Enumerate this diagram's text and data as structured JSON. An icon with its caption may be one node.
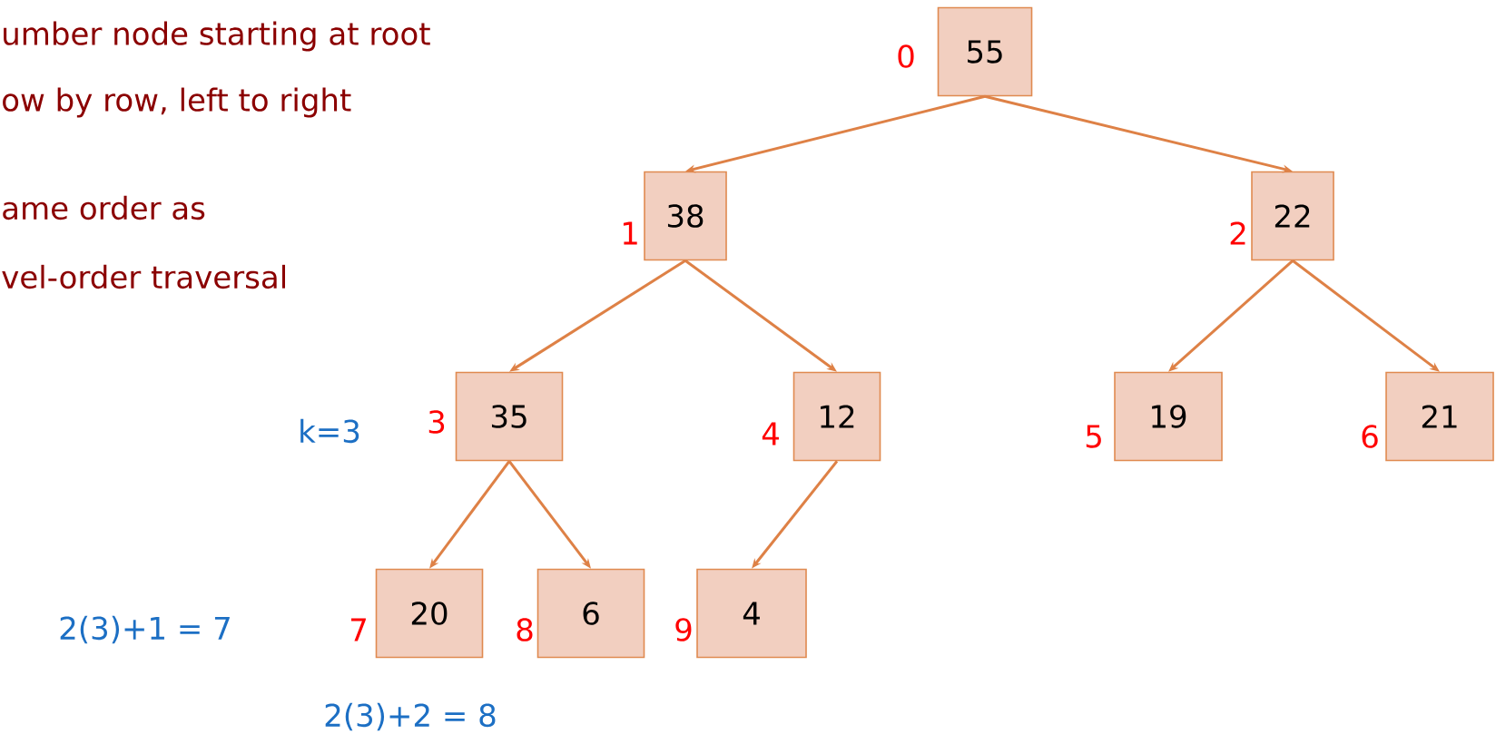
{
  "diagram": {
    "nodes": [
      {
        "text": [
          "55"
        ],
        "beside": [
          "0"
        ]
      },
      {
        "text": [
          "38"
        ],
        "beside": [
          "1"
        ]
      },
      {
        "text": [
          "22"
        ],
        "beside": [
          "2"
        ]
      },
      {
        "text": [
          "35"
        ],
        "beside": [
          "3"
        ]
      },
      {
        "text": [
          "12"
        ],
        "beside": [
          "4"
        ]
      },
      {
        "text": [
          "19"
        ],
        "beside": [
          "5"
        ]
      },
      {
        "text": [
          "21"
        ],
        "beside": [
          "6"
        ]
      },
      {
        "text": [
          "20"
        ],
        "beside": [
          "7"
        ]
      },
      {
        "text": [
          "6"
        ],
        "beside": [
          "8"
        ]
      },
      {
        "text": [
          "4"
        ],
        "beside": [
          "9"
        ]
      }
    ],
    "edges": [
      {
        "from": 0,
        "to": 1,
        "arrow": "to"
      },
      {
        "from": 0,
        "to": 2,
        "arrow": "to"
      },
      {
        "from": 1,
        "to": 3,
        "arrow": "to"
      },
      {
        "from": 1,
        "to": 4,
        "arrow": "to"
      },
      {
        "from": 2,
        "to": 5,
        "arrow": "to"
      },
      {
        "from": 2,
        "to": 6,
        "arrow": "to"
      },
      {
        "from": 3,
        "to": 7,
        "arrow": "to"
      },
      {
        "from": 3,
        "to": 8,
        "arrow": "to"
      },
      {
        "from": 4,
        "to": 9,
        "arrow": "to"
      }
    ],
    "labels": [
      "umber node starting at root",
      "ow by row, left to right",
      "ame order as",
      "vel-order traversal",
      "k=3",
      "2(3)+1 = 7",
      "2(3)+2 = 8"
    ]
  }
}
